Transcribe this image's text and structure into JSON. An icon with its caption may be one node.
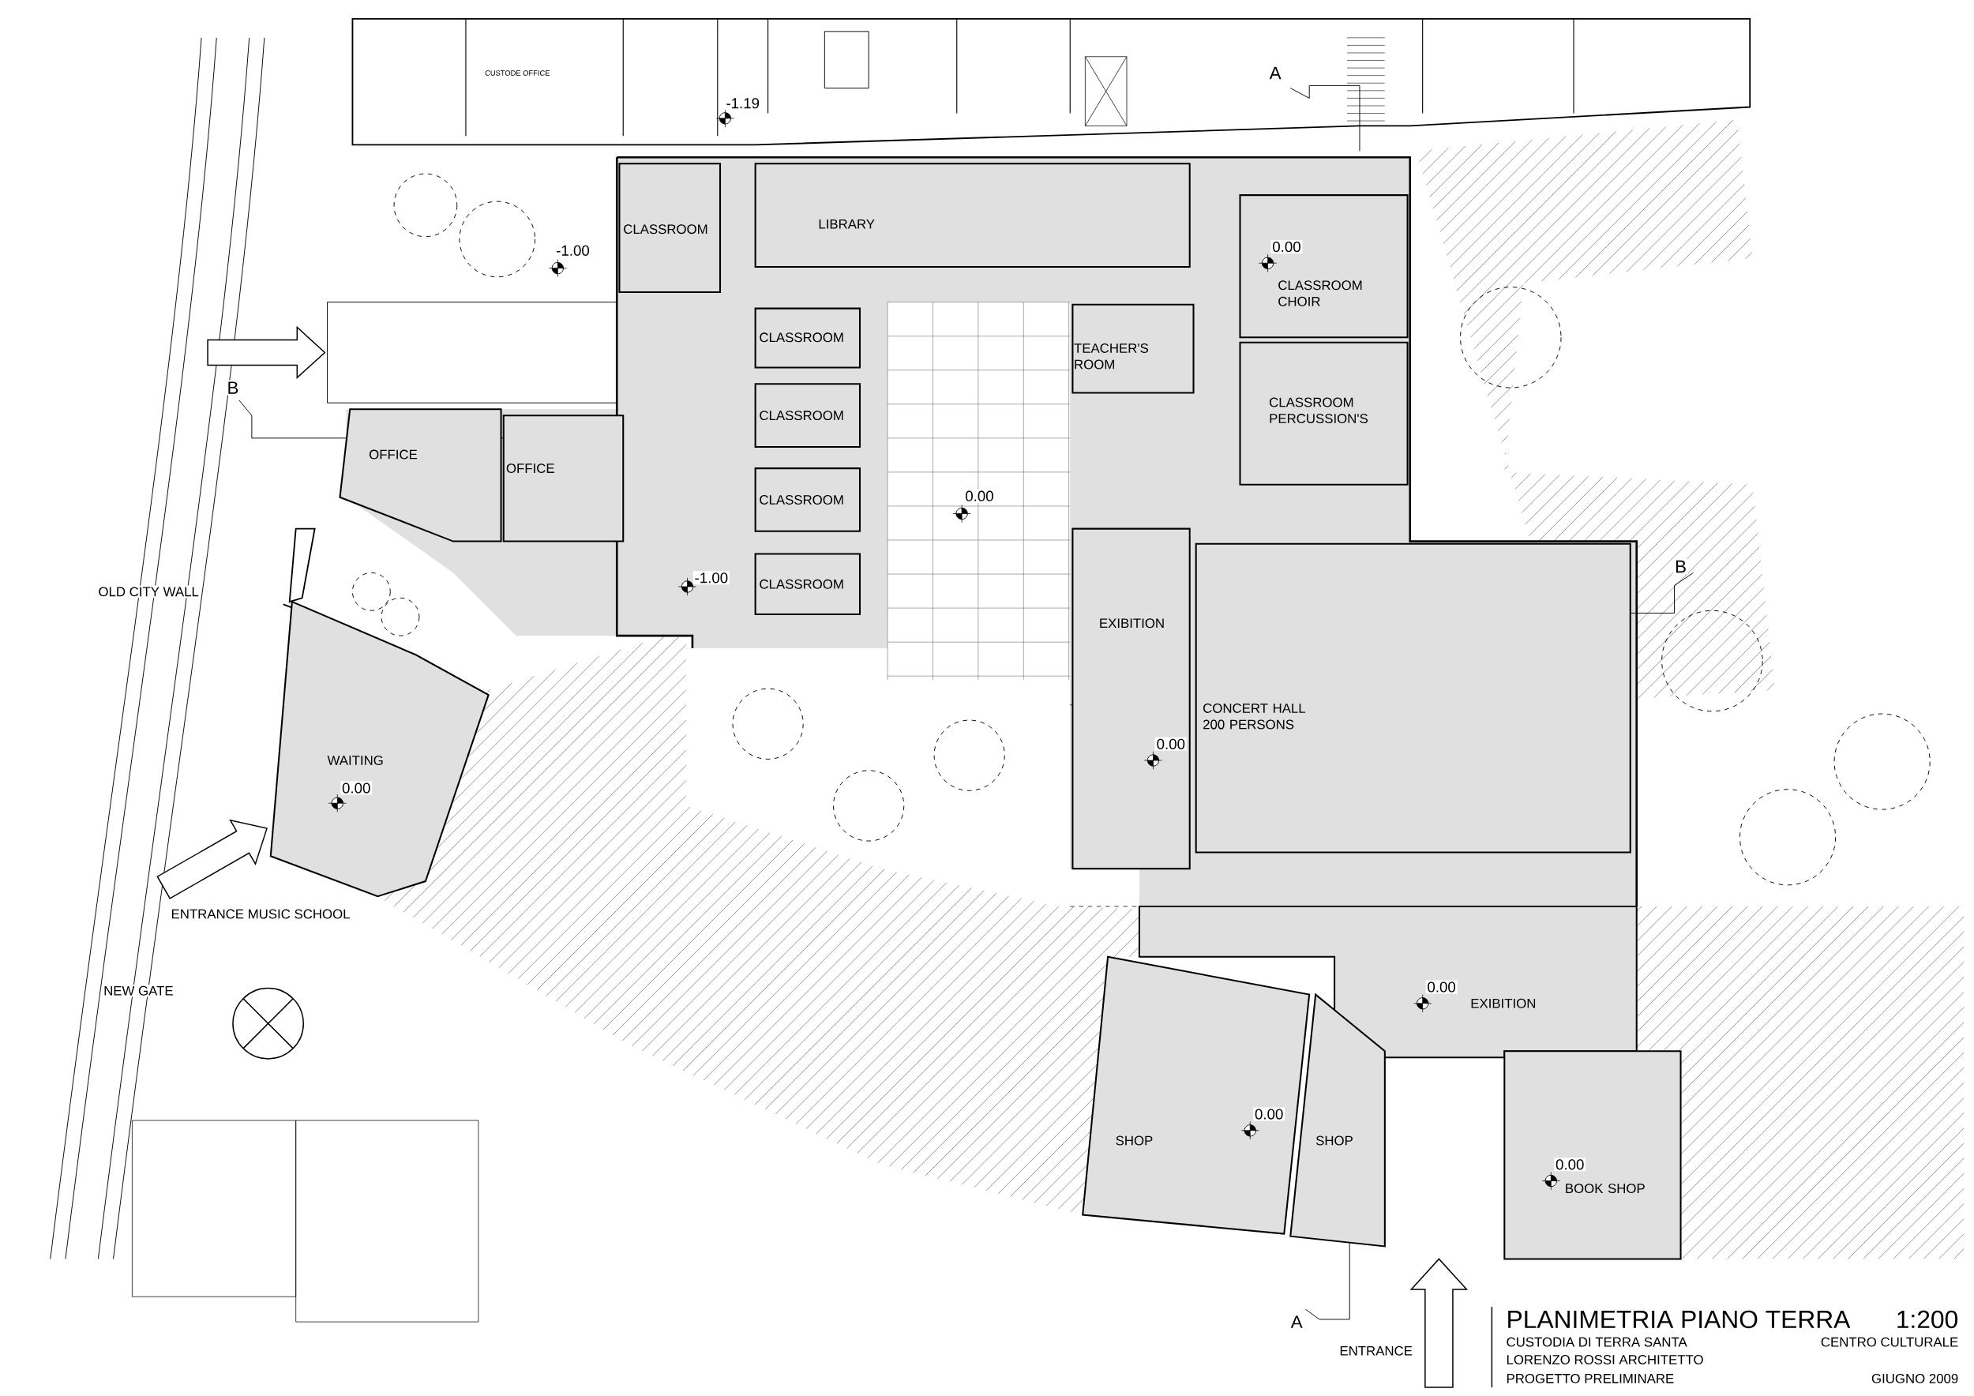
{
  "diagram": {
    "title": "PLANIMETRIA PIANO TERRA",
    "nodes": [
      {
        "text": [
          "CLASSROOM"
        ]
      },
      {
        "text": [
          "LIBRARY"
        ]
      },
      {
        "text": [
          "CLASSROOM CHOIR"
        ]
      },
      {
        "text": [
          "TEACHER'S ROOM"
        ]
      },
      {
        "text": [
          "CLASSROOM PERCUSSION'S"
        ]
      },
      {
        "text": [
          "CLASSROOM"
        ]
      },
      {
        "text": [
          "CLASSROOM"
        ]
      },
      {
        "text": [
          "CLASSROOM"
        ]
      },
      {
        "text": [
          "CLASSROOM"
        ]
      },
      {
        "text": [
          "OFFICE"
        ]
      },
      {
        "text": [
          "OFFICE"
        ]
      },
      {
        "text": [
          "EXIBITION"
        ]
      },
      {
        "text": [
          "CONCERT HALL 200 PERSONS"
        ]
      },
      {
        "text": [
          "WAITING"
        ]
      },
      {
        "text": [
          "EXIBITION"
        ]
      },
      {
        "text": [
          "SHOP"
        ]
      },
      {
        "text": [
          "SHOP"
        ]
      },
      {
        "text": [
          "BOOK SHOP"
        ]
      }
    ],
    "labels": [
      "CUSTODE OFFICE",
      "-1.19",
      "A",
      "-1.00",
      "0.00",
      "B",
      "0.00",
      "-1.00",
      "B",
      "OLD CITY WALL",
      "0.00",
      "0.00",
      "ENTRANCE MUSIC SCHOOL",
      "NEW GATE",
      "0.00",
      "0.00",
      "0.00",
      "A",
      "ENTRANCE",
      "1:200",
      "CUSTODIA DI TERRA SANTA",
      "CENTRO CULTURALE",
      "LORENZO ROSSI ARCHITETTO",
      "PROGETTO PRELIMINARE",
      "GIUGNO 2009"
    ]
  }
}
